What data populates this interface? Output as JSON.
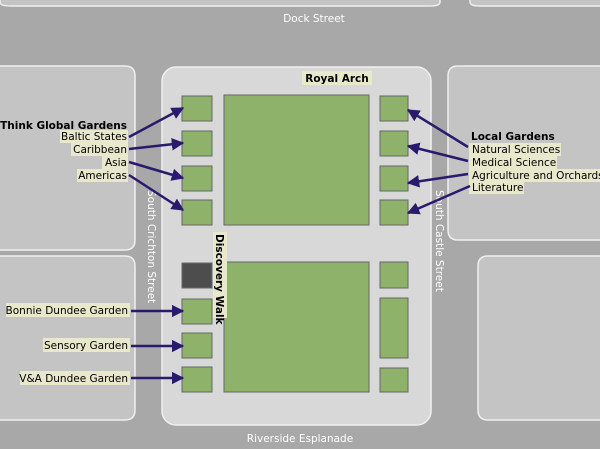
{
  "streets": {
    "dock": "Dock Street",
    "riverside": "Riverside Esplanade",
    "crichton": "South Crichton Street",
    "castle": "South Castle Street"
  },
  "labels": {
    "royal_arch": "Royal Arch",
    "discovery_walk": "Discovery Walk"
  },
  "think_global": {
    "heading": "Think Global Gardens",
    "items": [
      "Baltic States",
      "Caribbean",
      "Asia",
      "Americas"
    ]
  },
  "local": {
    "heading": "Local Gardens",
    "items": [
      "Natural Sciences",
      "Medical Science",
      "Agriculture and Orchards",
      "Literature"
    ]
  },
  "other_gardens": [
    "Bonnie Dundee Garden",
    "Sensory Garden",
    "V&A Dundee Garden"
  ],
  "colors": {
    "road": "#a8a8a8",
    "block": "#c4c4c4",
    "plaza": "#d8d8d8",
    "garden": "#8fb26b",
    "dark_plot": "#4d4d4d",
    "arrow": "#2a1a6e",
    "label_bg": "#e8e8cc"
  }
}
